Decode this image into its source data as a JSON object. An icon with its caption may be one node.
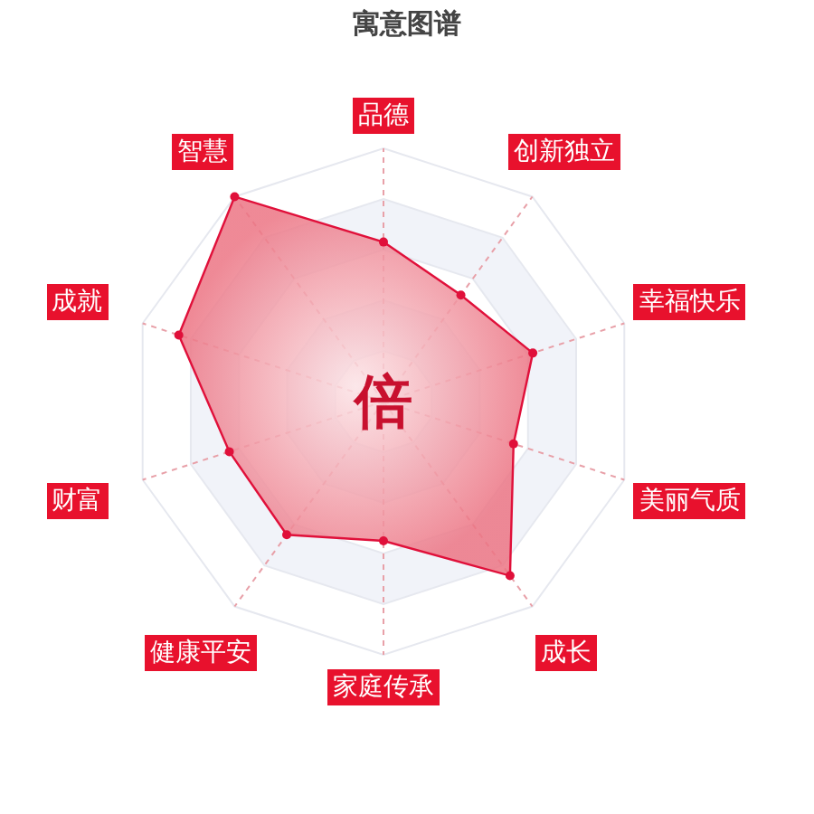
{
  "diagram": {
    "title": "寓意图谱",
    "labels": [
      "品德",
      "创新独立",
      "幸福快乐",
      "美丽气质",
      "成长",
      "家庭传承",
      "健康平安",
      "财富",
      "成就",
      "智慧",
      "倍"
    ]
  }
}
